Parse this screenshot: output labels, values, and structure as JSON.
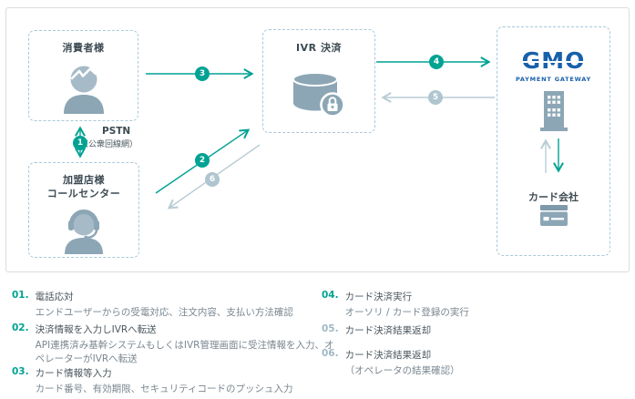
{
  "colors": {
    "teal": "#00a293",
    "gray_badge": "#afc5d0",
    "gray_arrow": "#b9ccd5",
    "icon_gray": "#8ca6b5",
    "icon_light": "#a6bbc7",
    "gmo_blue": "#1860aa",
    "dashed_border": "#a9c8d8"
  },
  "diagram": {
    "consumer": {
      "title": "消費者様"
    },
    "ivr": {
      "title": "IVR 決済"
    },
    "merchant": {
      "title_line1": "加盟店様",
      "title_line2": "コールセンター"
    },
    "gmo": {
      "logo": "GMO",
      "sub": "PAYMENT GATEWAY",
      "card_company": "カード会社"
    },
    "pstn": {
      "label": "PSTN",
      "note": "（公衆回線網）"
    },
    "badges": {
      "b1": "1",
      "b2": "2",
      "b3": "3",
      "b4": "4",
      "b5": "5",
      "b6": "6"
    }
  },
  "steps_left": [
    {
      "num": "01.",
      "title": "電話応対",
      "desc": "エンドユーザーからの受電対応、注文内容、支払い方法確認"
    },
    {
      "num": "02.",
      "title": "決済情報を入力しIVRへ転送",
      "desc": "API連携済み基幹システムもしくはIVR管理画面に受注情報を入力、オペレーターがIVRへ転送"
    },
    {
      "num": "03.",
      "title": "カード情報等入力",
      "desc": "カード番号、有効期限、セキュリティコードのプッシュ入力"
    }
  ],
  "steps_right": [
    {
      "num": "04.",
      "title": "カード決済実行",
      "desc": "オーソリ / カード登録の実行"
    },
    {
      "num": "05.",
      "title": "カード決済結果返却",
      "desc": ""
    },
    {
      "num": "06.",
      "title": "カード決済結果返却",
      "desc": "（オペレータの結果確認）"
    }
  ]
}
